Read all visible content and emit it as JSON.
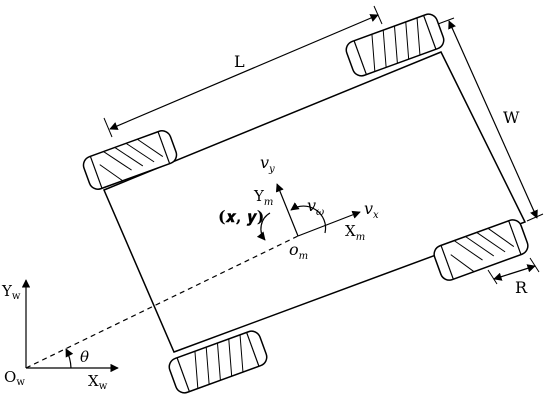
{
  "labels": {
    "L": "L",
    "W": "W",
    "R": "R",
    "vy": "v",
    "vy_sub": "y",
    "vx": "v",
    "vx_sub": "x",
    "vw": "v",
    "vw_sub": "ω",
    "Ym": "Y",
    "Ym_sub": "m",
    "Xm": "X",
    "Xm_sub": "m",
    "om": "o",
    "om_sub": "m",
    "xy": "(𝒙, 𝒚)",
    "Yw": "Y",
    "Yw_sub": "w",
    "Xw": "X",
    "Xw_sub": "w",
    "Ow": "O",
    "Ow_sub": "w",
    "theta": "θ"
  }
}
